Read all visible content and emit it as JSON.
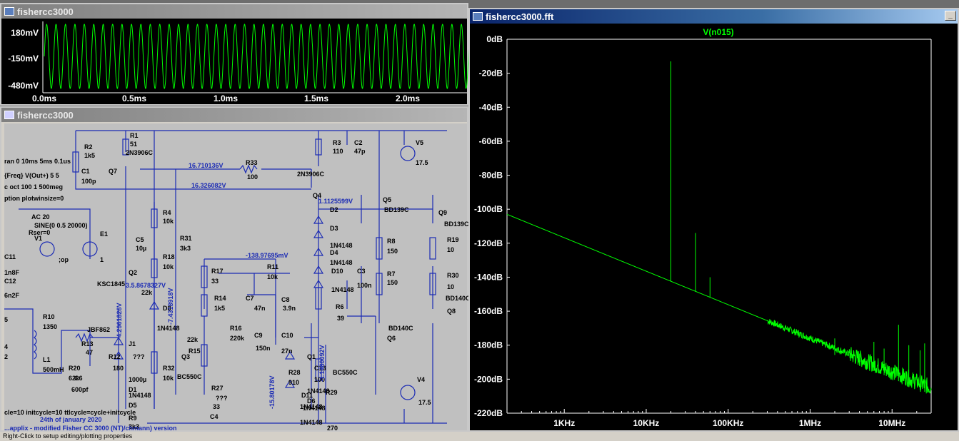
{
  "windows": {
    "tran": {
      "title": "fishercc3000",
      "y_ticks": [
        "180mV",
        "-150mV",
        "-480mV"
      ],
      "x_ticks": [
        "0.0ms",
        "0.5ms",
        "1.0ms",
        "1.5ms",
        "2.0ms"
      ]
    },
    "schematic": {
      "title": "fishercc3000",
      "spice_lines": [
        "ran 0 10ms 5ms 0.1us",
        "{Freq} V(Out+) 5 5",
        "c oct 100 1 500meg",
        "ption plotwinsize=0",
        "cle=10 initcycle=10 ttlcycle=cycle+initcycle"
      ],
      "date_note": "24th of january 2020",
      "footer_note": "...applix - modified Fisher CC 3000 (NT)/chmann) version",
      "labels": [
        {
          "t": "R1"
        },
        {
          "t": "51"
        },
        {
          "t": "2N3906C"
        },
        {
          "t": "R2"
        },
        {
          "t": "1k5"
        },
        {
          "t": "C1"
        },
        {
          "t": "100p"
        },
        {
          "t": "Q7"
        },
        {
          "t": "R33"
        },
        {
          "t": "100"
        },
        {
          "t": "R3"
        },
        {
          "t": "110"
        },
        {
          "t": "C2"
        },
        {
          "t": "47p"
        },
        {
          "t": "2N3906C"
        },
        {
          "t": "V5"
        },
        {
          "t": "17.5"
        },
        {
          "t": "AC 20"
        },
        {
          "t": "SINE(0 0.5 20000)"
        },
        {
          "t": "Rser=0"
        },
        {
          "t": "V1"
        },
        {
          "t": "E1"
        },
        {
          "t": "1"
        },
        {
          "t": ";op"
        },
        {
          "t": "R4"
        },
        {
          "t": "10k"
        },
        {
          "t": "C5"
        },
        {
          "t": "10µ"
        },
        {
          "t": "R31"
        },
        {
          "t": "3k3"
        },
        {
          "t": "R18"
        },
        {
          "t": "10k"
        },
        {
          "t": "Q4"
        },
        {
          "t": "D2"
        },
        {
          "t": "Q5"
        },
        {
          "t": "BD139C"
        },
        {
          "t": "Q9"
        },
        {
          "t": "BD139C"
        },
        {
          "t": "D3"
        },
        {
          "t": "1N4148"
        },
        {
          "t": "R8"
        },
        {
          "t": "150"
        },
        {
          "t": "R19"
        },
        {
          "t": "10"
        },
        {
          "t": "D4"
        },
        {
          "t": "1N4148"
        },
        {
          "t": "C11"
        },
        {
          "t": "1n8F"
        },
        {
          "t": "C12"
        },
        {
          "t": "6n2F"
        },
        {
          "t": "R17"
        },
        {
          "t": "33"
        },
        {
          "t": "R11"
        },
        {
          "t": "10k"
        },
        {
          "t": "D10"
        },
        {
          "t": "1N4148"
        },
        {
          "t": "C3"
        },
        {
          "t": "100n"
        },
        {
          "t": "R7"
        },
        {
          "t": "150"
        },
        {
          "t": "R30"
        },
        {
          "t": "10"
        },
        {
          "t": "Q2"
        },
        {
          "t": "KSC1845"
        },
        {
          "t": "22k"
        },
        {
          "t": "R14"
        },
        {
          "t": "1k5"
        },
        {
          "t": "C7"
        },
        {
          "t": "47n"
        },
        {
          "t": "C8"
        },
        {
          "t": "3.9n"
        },
        {
          "t": "D11"
        },
        {
          "t": "1N4148"
        },
        {
          "t": "BD140C"
        },
        {
          "t": "D8"
        },
        {
          "t": "1N4148"
        },
        {
          "t": "R6"
        },
        {
          "t": "39"
        },
        {
          "t": "Q6"
        },
        {
          "t": "BD140C"
        },
        {
          "t": "Q8"
        },
        {
          "t": "R10"
        },
        {
          "t": "1350"
        },
        {
          "t": "JBF862"
        },
        {
          "t": "R13"
        },
        {
          "t": "47"
        },
        {
          "t": "J1"
        },
        {
          "t": "???"
        },
        {
          "t": "22k"
        },
        {
          "t": "R15"
        },
        {
          "t": "R16"
        },
        {
          "t": "220k"
        },
        {
          "t": "C9"
        },
        {
          "t": "150n"
        },
        {
          "t": "C10"
        },
        {
          "t": "27n"
        },
        {
          "t": "L1"
        },
        {
          "t": "500mH"
        },
        {
          "t": "R20"
        },
        {
          "t": "62k"
        },
        {
          "t": "R12"
        },
        {
          "t": "180"
        },
        {
          "t": "C6"
        },
        {
          "t": "600pf"
        },
        {
          "t": "Q3"
        },
        {
          "t": "BC550C"
        },
        {
          "t": "R32"
        },
        {
          "t": "10k"
        },
        {
          "t": "???"
        },
        {
          "t": "R27"
        },
        {
          "t": "33"
        },
        {
          "t": "C4"
        },
        {
          "t": "1000µ"
        },
        {
          "t": "D1"
        },
        {
          "t": "1N4148"
        },
        {
          "t": "D5"
        },
        {
          "t": "1N4148"
        },
        {
          "t": "D6"
        },
        {
          "t": "1N4148"
        },
        {
          "t": "1N4148"
        },
        {
          "t": "R28"
        },
        {
          "t": "910"
        },
        {
          "t": "R29"
        },
        {
          "t": "BC550C"
        },
        {
          "t": "Q1"
        },
        {
          "t": "C13"
        },
        {
          "t": "100"
        },
        {
          "t": "V4"
        },
        {
          "t": "17.5"
        },
        {
          "t": "R9"
        },
        {
          "t": "3k3"
        },
        {
          "t": "270"
        },
        {
          "t": "5"
        },
        {
          "t": "4"
        },
        {
          "t": "2"
        }
      ],
      "node_voltages": [
        "16.710136V",
        "16.326082V",
        "1.1125599V",
        "-138.97695mV",
        "4.2961828V",
        "-7.4318918V",
        "-15.80178V",
        "-1.1480092V",
        "3.5.8678327V"
      ]
    },
    "fft": {
      "title": "fishercc3000.fft",
      "trace_label": "V(n015)",
      "y_ticks": [
        "0dB",
        "-20dB",
        "-40dB",
        "-60dB",
        "-80dB",
        "-100dB",
        "-120dB",
        "-140dB",
        "-160dB",
        "-180dB",
        "-200dB",
        "-220dB"
      ],
      "x_ticks": [
        "1KHz",
        "10KHz",
        "100KHz",
        "1MHz",
        "10MHz"
      ]
    }
  },
  "status_bar": "Right-Click to setup editing/plotting properties",
  "colors": {
    "plot_bg": "#000000",
    "trace": "#00ff00",
    "schematic_bg": "#c0c0c0",
    "wire": "#1a2ab4",
    "title_active": "#0a246a"
  },
  "chart_data": [
    {
      "type": "line",
      "title": "",
      "series": [
        {
          "name": "",
          "values": []
        }
      ],
      "x_unit": "ms",
      "xlim": [
        0,
        2.5
      ],
      "ylim": [
        -480,
        180
      ],
      "y_unit": "mV",
      "grid": false,
      "description_values": {
        "frequency_hz": 20000,
        "amplitude_pp_mV": 660,
        "offset_mV": -150
      }
    },
    {
      "type": "line",
      "title": "V(n015)",
      "x_scale": "log",
      "xlim_hz": [
        200,
        30000000
      ],
      "ylim_db": [
        -220,
        0
      ],
      "series": [
        {
          "name": "V(n015)",
          "x": [
            200,
            1000,
            10000,
            20000,
            40000,
            60000,
            100000,
            1000000,
            10000000,
            25000000
          ],
          "y": [
            -103,
            -112,
            -131,
            -13,
            -114,
            -140,
            -149,
            -170,
            -192,
            -200
          ]
        }
      ],
      "grid": false
    }
  ]
}
